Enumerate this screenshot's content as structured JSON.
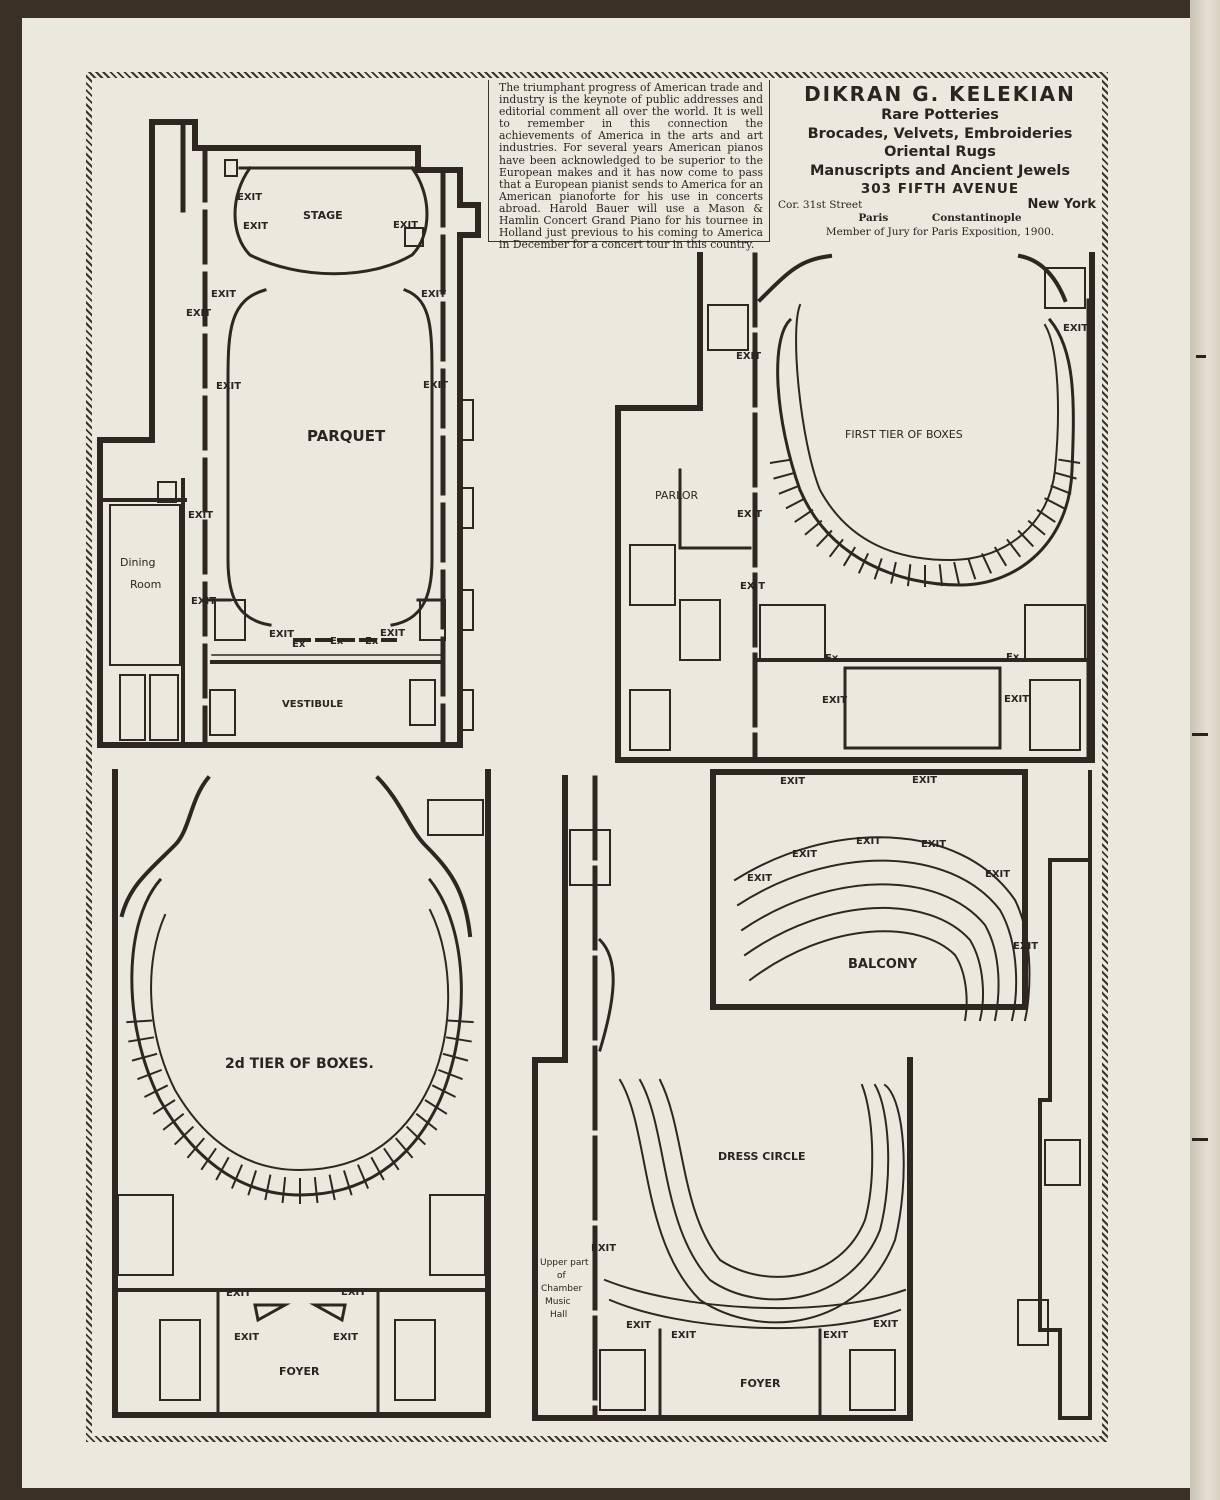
{
  "article": {
    "text": "The triumphant progress of American trade and industry is the keynote of public addresses and editorial comment all over the world. It is well to remember in this connection the achievements of America in the arts and art industries. For several years American pianos have been acknowledged to be superior to the European makes and it has now come to pass that a European pianist sends to America for an American pianoforte for his use in concerts abroad. Harold Bauer will use a Mason & Hamlin Concert Grand Piano for his tournee in Holland just previous to his coming to America in December for a concert tour in this country."
  },
  "advertisement": {
    "name": "DIKRAN G. KELEKIAN",
    "line1": "Rare Potteries",
    "line2": "Brocades, Velvets, Embroideries",
    "line3": "Oriental Rugs",
    "line4": "Manuscripts and Ancient Jewels",
    "address": "303 FIFTH AVENUE",
    "corner": "Cor. 31st Street",
    "city": "New York",
    "city2": "Paris",
    "city3": "Constantinople",
    "jury": "Member of Jury for Paris Exposition, 1900."
  },
  "plans": {
    "parquet": {
      "title": "PARQUET",
      "stage": "STAGE",
      "dining_room_1": "Dining",
      "dining_room_2": "Room",
      "vestibule": "VESTIBULE",
      "exit": "EXIT",
      "ex": "Ex"
    },
    "first_tier": {
      "title": "FIRST TIER OF BOXES",
      "parlor": "PARLOR",
      "exit": "EXIT",
      "ex": "Ex"
    },
    "second_tier": {
      "title": "2d TIER OF BOXES.",
      "foyer": "FOYER",
      "exit": "EXIT"
    },
    "balcony": {
      "title": "BALCONY",
      "dress_circle": "DRESS CIRCLE",
      "foyer": "FOYER",
      "hall_1": "Upper part",
      "hall_2": "of",
      "hall_3": "Chamber",
      "hall_4": "Music",
      "hall_5": "Hall",
      "exit": "EXIT"
    }
  }
}
